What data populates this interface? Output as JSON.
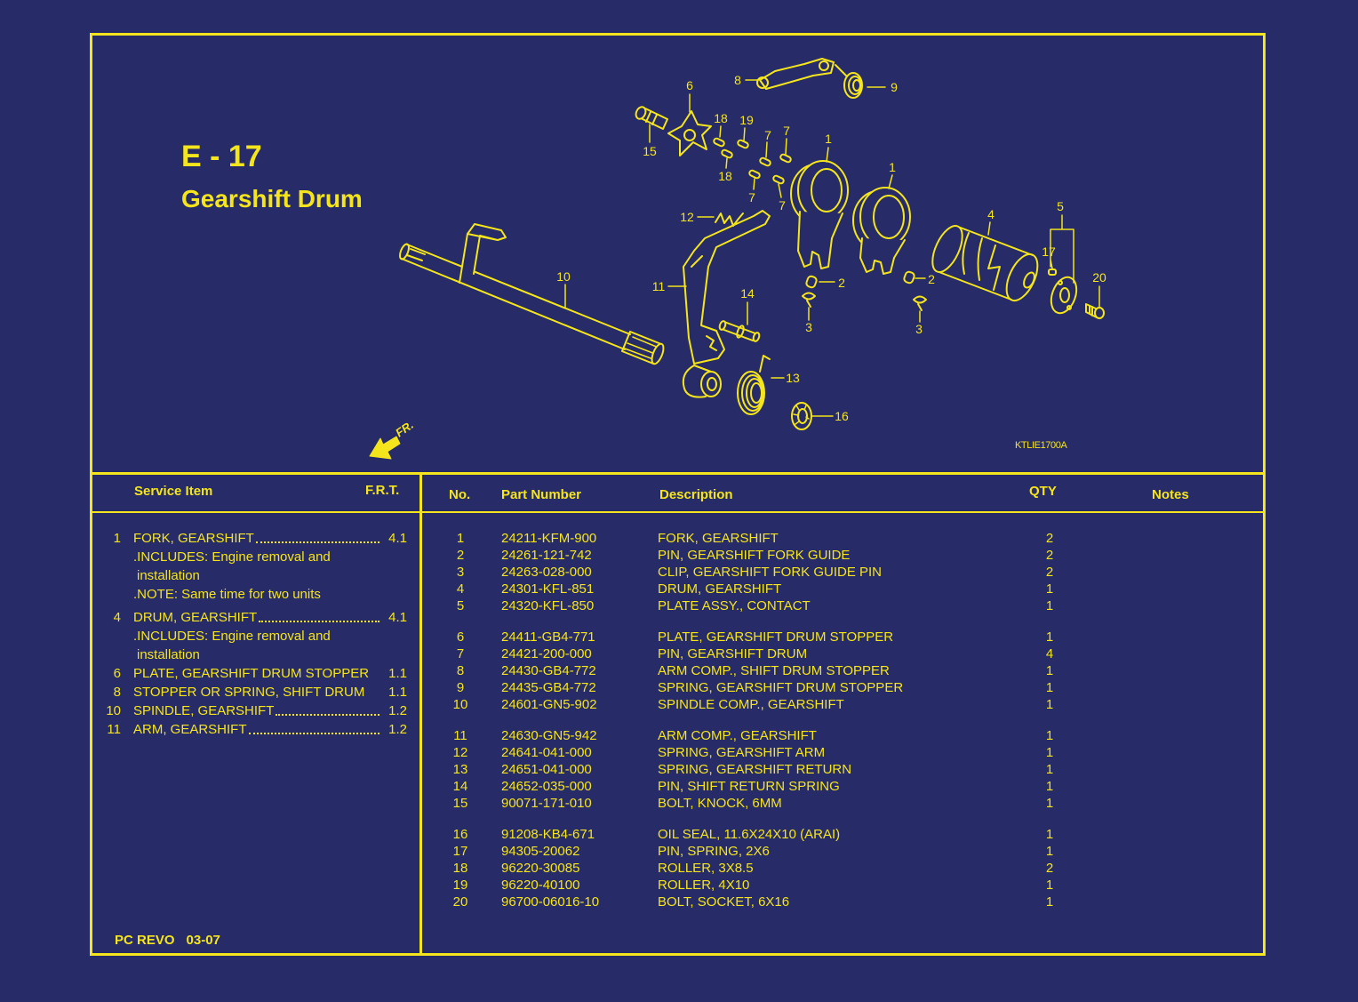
{
  "colors": {
    "background": "#272b67",
    "accent": "#f4e51c"
  },
  "page": {
    "code": "E - 17",
    "title": "Gearshift Drum",
    "diagram_id": "KTLIE1700A",
    "front_marker": "FR."
  },
  "diagram": {
    "callouts": [
      "6",
      "8",
      "9",
      "15",
      "18",
      "19",
      "7",
      "7",
      "1",
      "18",
      "7",
      "7",
      "1",
      "12",
      "10",
      "11",
      "14",
      "2",
      "3",
      "4",
      "5",
      "17",
      "20",
      "2",
      "3",
      "13",
      "16"
    ]
  },
  "service": {
    "header_item": "Service Item",
    "header_frt": "F.R.T.",
    "items": [
      {
        "no": "1",
        "name": "FORK, GEARSHIFT",
        "frt": "4.1",
        "notes": [
          ".INCLUDES: Engine removal and",
          "installation",
          ".NOTE: Same time for two units"
        ]
      },
      {
        "no": "4",
        "name": "DRUM, GEARSHIFT",
        "frt": "4.1",
        "notes": [
          ".INCLUDES: Engine removal and",
          "installation"
        ]
      },
      {
        "no": "6",
        "name": "PLATE, GEARSHIFT DRUM STOPPER",
        "frt": "1.1"
      },
      {
        "no": "8",
        "name": "STOPPER OR SPRING, SHIFT DRUM",
        "frt": "1.1"
      },
      {
        "no": "10",
        "name": "SPINDLE, GEARSHIFT",
        "frt": "1.2"
      },
      {
        "no": "11",
        "name": "ARM, GEARSHIFT",
        "frt": "1.2"
      }
    ]
  },
  "parts": {
    "headers": {
      "no": "No.",
      "part_number": "Part Number",
      "description": "Description",
      "qty": "QTY",
      "notes": "Notes"
    },
    "groups": [
      [
        {
          "no": "1",
          "part_number": "24211-KFM-900",
          "description": "FORK, GEARSHIFT",
          "qty": "2"
        },
        {
          "no": "2",
          "part_number": "24261-121-742",
          "description": "PIN, GEARSHIFT FORK GUIDE",
          "qty": "2"
        },
        {
          "no": "3",
          "part_number": "24263-028-000",
          "description": "CLIP, GEARSHIFT FORK GUIDE PIN",
          "qty": "2"
        },
        {
          "no": "4",
          "part_number": "24301-KFL-851",
          "description": "DRUM, GEARSHIFT",
          "qty": "1"
        },
        {
          "no": "5",
          "part_number": "24320-KFL-850",
          "description": "PLATE ASSY., CONTACT",
          "qty": "1"
        }
      ],
      [
        {
          "no": "6",
          "part_number": "24411-GB4-771",
          "description": "PLATE, GEARSHIFT DRUM STOPPER",
          "qty": "1"
        },
        {
          "no": "7",
          "part_number": "24421-200-000",
          "description": "PIN, GEARSHIFT DRUM",
          "qty": "4"
        },
        {
          "no": "8",
          "part_number": "24430-GB4-772",
          "description": "ARM COMP., SHIFT DRUM STOPPER",
          "qty": "1"
        },
        {
          "no": "9",
          "part_number": "24435-GB4-772",
          "description": "SPRING, GEARSHIFT DRUM STOPPER",
          "qty": "1"
        },
        {
          "no": "10",
          "part_number": "24601-GN5-902",
          "description": "SPINDLE COMP., GEARSHIFT",
          "qty": "1"
        }
      ],
      [
        {
          "no": "11",
          "part_number": "24630-GN5-942",
          "description": "ARM COMP., GEARSHIFT",
          "qty": "1"
        },
        {
          "no": "12",
          "part_number": "24641-041-000",
          "description": "SPRING, GEARSHIFT ARM",
          "qty": "1"
        },
        {
          "no": "13",
          "part_number": "24651-041-000",
          "description": "SPRING, GEARSHIFT RETURN",
          "qty": "1"
        },
        {
          "no": "14",
          "part_number": "24652-035-000",
          "description": "PIN, SHIFT RETURN SPRING",
          "qty": "1"
        },
        {
          "no": "15",
          "part_number": "90071-171-010",
          "description": "BOLT, KNOCK, 6MM",
          "qty": "1"
        }
      ],
      [
        {
          "no": "16",
          "part_number": "91208-KB4-671",
          "description": "OIL SEAL, 11.6X24X10 (ARAI)",
          "qty": "1"
        },
        {
          "no": "17",
          "part_number": "94305-20062",
          "description": "PIN, SPRING, 2X6",
          "qty": "1"
        },
        {
          "no": "18",
          "part_number": "96220-30085",
          "description": "ROLLER, 3X8.5",
          "qty": "2"
        },
        {
          "no": "19",
          "part_number": "96220-40100",
          "description": "ROLLER, 4X10",
          "qty": "1"
        },
        {
          "no": "20",
          "part_number": "96700-06016-10",
          "description": "BOLT, SOCKET, 6X16",
          "qty": "1"
        }
      ]
    ]
  },
  "footer": {
    "model": "PC REVO",
    "date": "03-07"
  }
}
